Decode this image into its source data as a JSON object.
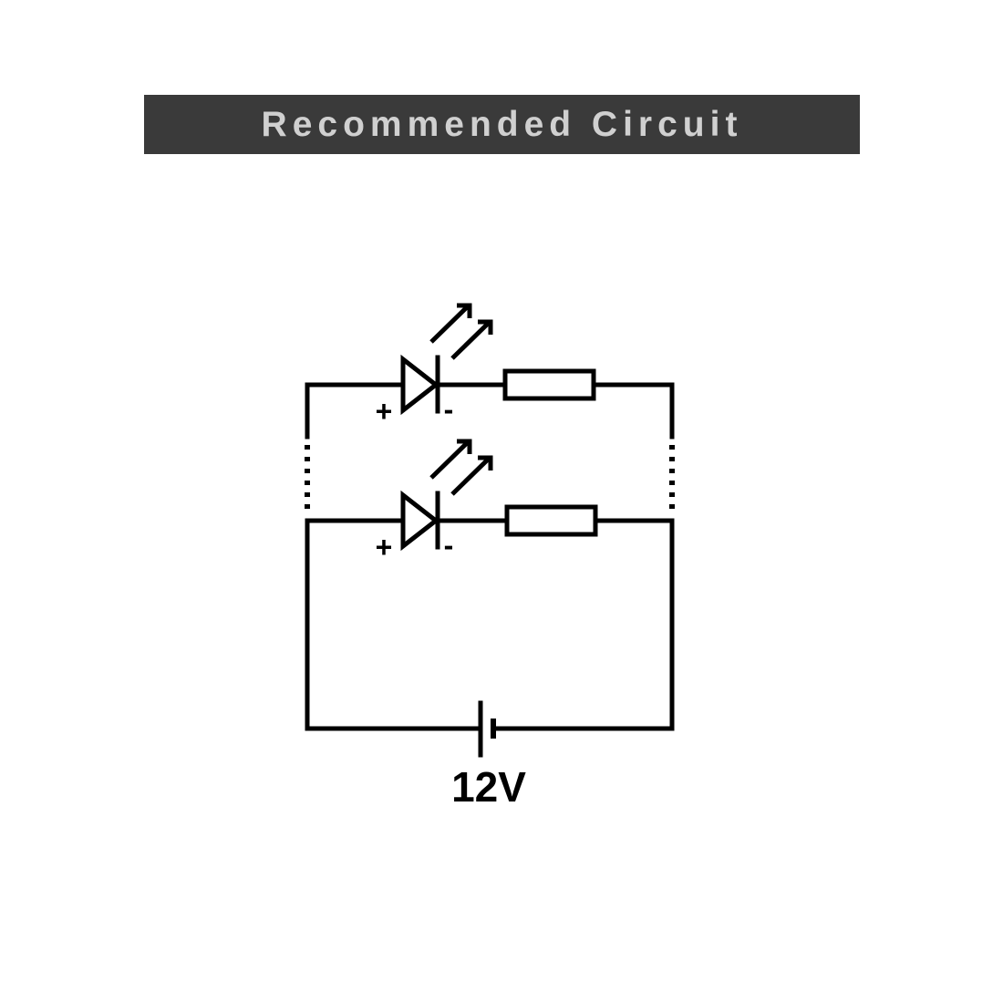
{
  "colors": {
    "canvas_bg": "#ffffff",
    "header_bg": "#3a3a3a",
    "header_text": "#d0d0d0",
    "stroke": "#000000"
  },
  "header": {
    "title": "Recommended Circuit"
  },
  "circuit": {
    "battery": {
      "label": "12V"
    },
    "branches": [
      {
        "name": "led-branch-1",
        "plus_label": "+",
        "minus_label": "-"
      },
      {
        "name": "led-branch-2",
        "plus_label": "+",
        "minus_label": "-"
      }
    ],
    "icons": [
      "led-icon",
      "resistor-icon",
      "battery-icon",
      "light-emission-arrows-icon"
    ]
  }
}
